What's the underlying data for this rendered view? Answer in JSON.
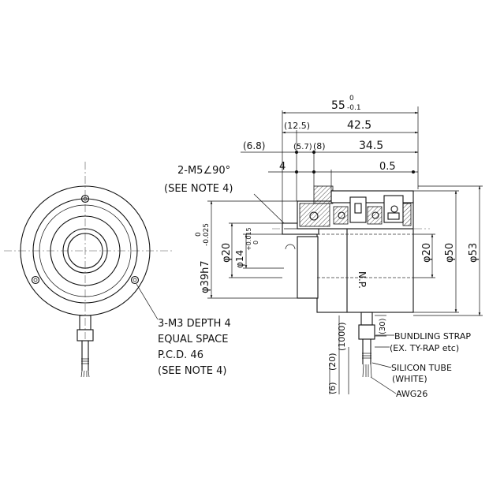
{
  "dimensions": {
    "overall_length": "55",
    "overall_tol_upper": "0",
    "overall_tol_lower": "-0.1",
    "d12_5": "(12.5)",
    "d42_5": "42.5",
    "d6_8": "(6.8)",
    "d5_7": "(5.7)",
    "d8": "(8)",
    "d34_5": "34.5",
    "d4": "4",
    "d0_5": "0.5",
    "dia39": "φ39h7",
    "dia39_tol_upper": "0",
    "dia39_tol_lower": "-0.025",
    "dia20_left": "φ20",
    "dia14": "φ14",
    "dia14_tol_upper": "+0.015",
    "dia14_tol_lower": "0",
    "dia20_right": "φ20",
    "dia50": "φ50",
    "dia53": "φ53",
    "d30": "(30)",
    "d1000": "(1000)",
    "d20": "(20)",
    "d6": "(6)"
  },
  "labels": {
    "top_thread_1": "2-M5∠90°",
    "top_thread_2": "(SEE NOTE 4)",
    "bottom_thread_1": "3-M3 DEPTH 4",
    "bottom_thread_2": "EQUAL SPACE",
    "bottom_thread_3": "P.C.D. 46",
    "bottom_thread_4": "(SEE NOTE 4)",
    "np": "N.P.",
    "strap_1": "BUNDLING STRAP",
    "strap_2": "(EX. TY-RAP etc)",
    "tube_1": "SILICON TUBE",
    "tube_2": "(WHITE)",
    "awg": "AWG26"
  }
}
